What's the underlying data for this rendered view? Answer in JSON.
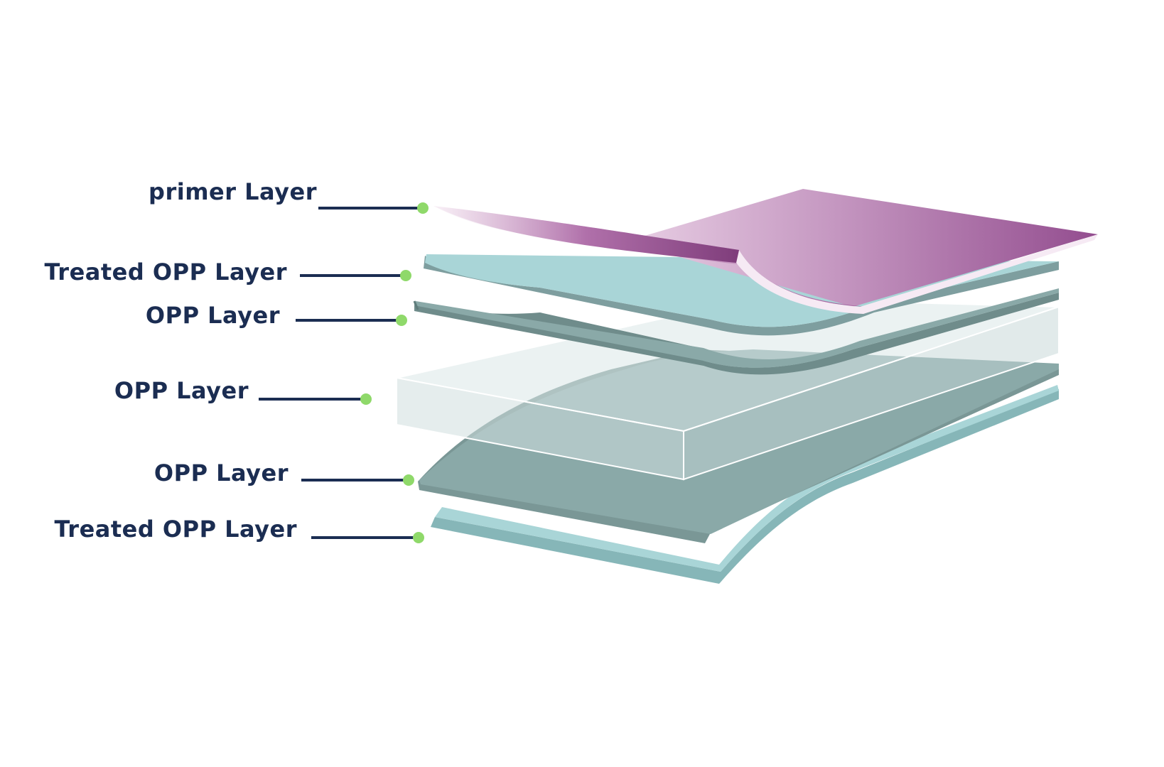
{
  "colors": {
    "label_text": "#1b2d52",
    "leader_line": "#1b2d52",
    "marker_dot": "#8fd96a",
    "primer": "#934d8f",
    "treated_opp": "#a9d5d7",
    "opp_dark": "#8aa9a8",
    "opp_clear": "#dbe7e7"
  },
  "layers": [
    {
      "label": "primer Layer"
    },
    {
      "label": "Treated OPP Layer"
    },
    {
      "label": "OPP Layer"
    },
    {
      "label": "OPP Layer"
    },
    {
      "label": "OPP Layer"
    },
    {
      "label": "Treated OPP Layer"
    }
  ]
}
